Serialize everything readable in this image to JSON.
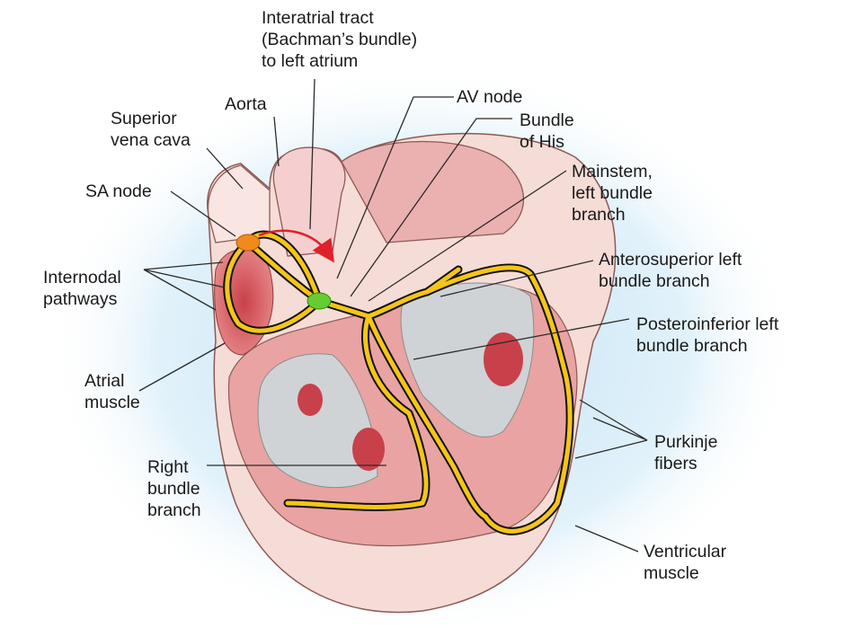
{
  "labels": {
    "interatrial": "Interatrial tract\n(Bachman’s bundle)\nto left atrium",
    "aorta": "Aorta",
    "av_node": "AV node",
    "svc": "Superior\nvena cava",
    "bundle_his": "Bundle\nof His",
    "sa_node": "SA node",
    "mainstem": "Mainstem,\nleft bundle\nbranch",
    "internodal": "Internodal\npathways",
    "anterosuperior": "Anterosuperior left\nbundle branch",
    "posteroinferior": "Posteroinferior left\nbundle branch",
    "atrial_muscle": "Atrial\nmuscle",
    "purkinje": "Purkinje\nfibers",
    "right_bundle": "Right\nbundle\nbranch",
    "ventricular_muscle": "Ventricular\nmuscle"
  },
  "colors": {
    "background_glow": "#bfe0f3",
    "outer_wall": "#f6dcd6",
    "muscle": "#e89a9a",
    "chamber": "#cfd3d6",
    "conduction": "#f5c518",
    "sa_node": "#f08a1c",
    "av_node": "#66cc33",
    "arrow": "#e0202a"
  }
}
